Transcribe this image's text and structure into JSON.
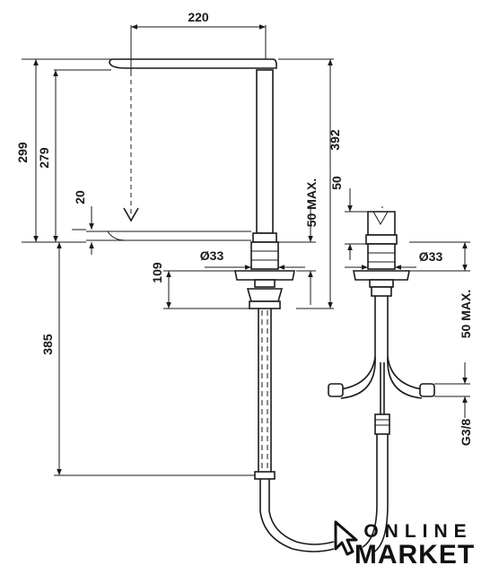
{
  "dimensions": {
    "spout_reach": "220",
    "total_height": "299",
    "outlet_height": "279",
    "outlet_offset": "20",
    "overall_height": "392",
    "deck_thickness_left": "50 MAX.",
    "base_diameter_left": "Ø33",
    "below_deck": "109",
    "hose_length": "385",
    "handle_height": "50",
    "base_diameter_right": "Ø33",
    "deck_thickness_right": "50 MAX.",
    "connection": "G3/8"
  },
  "logo": {
    "line1": "ONLINE",
    "line2": "MARKET"
  }
}
